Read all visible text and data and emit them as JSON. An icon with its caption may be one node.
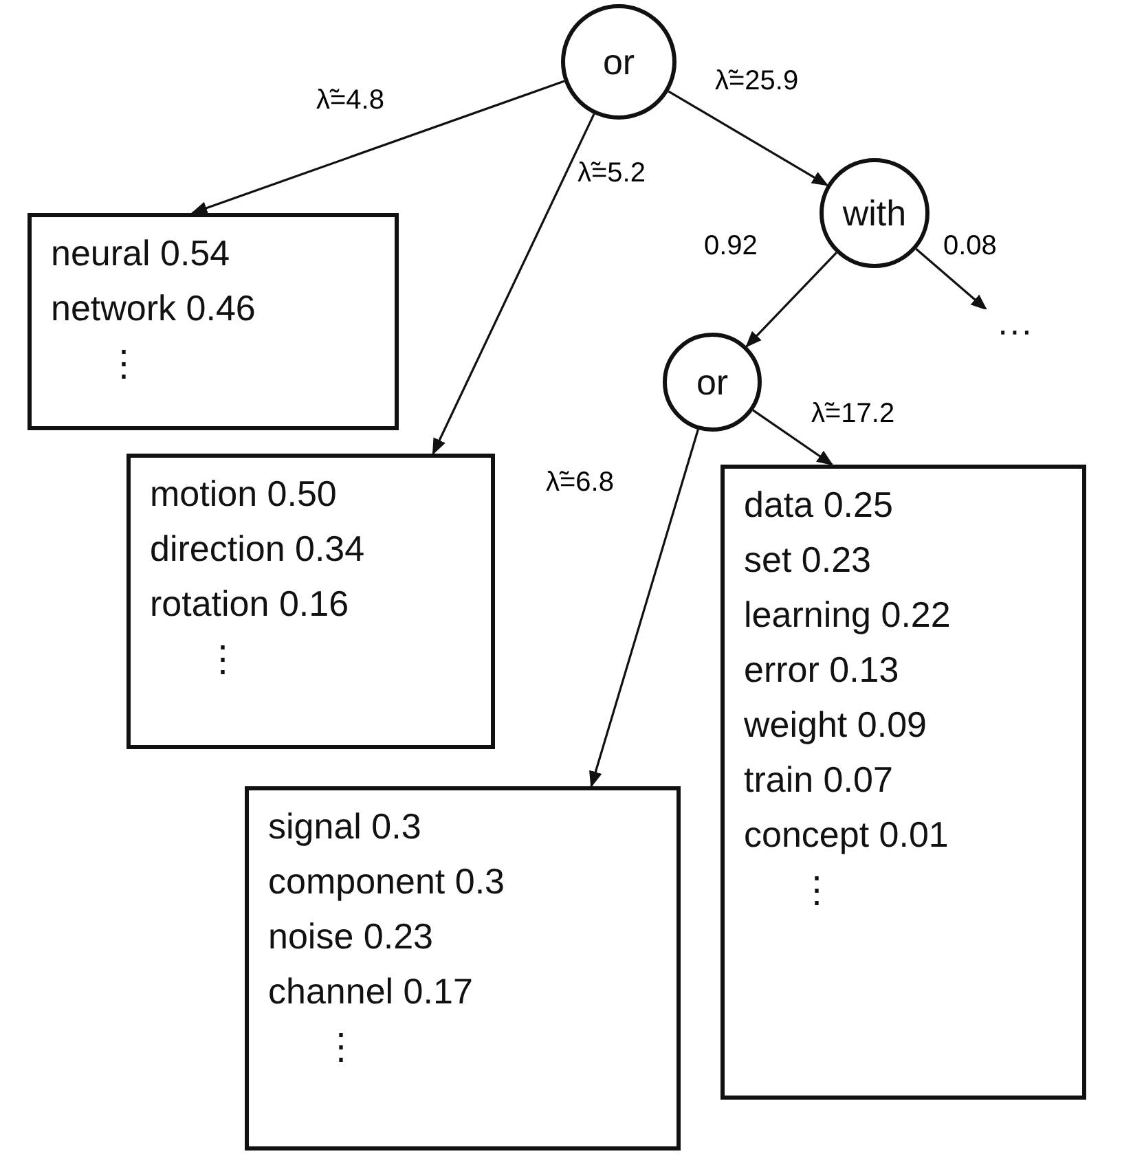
{
  "diagram": {
    "nodes": [
      {
        "text": [
          "or"
        ]
      },
      {
        "text": [
          "neural 0.54",
          "network 0.46",
          "⋮"
        ]
      },
      {
        "text": [
          "motion 0.50",
          "direction 0.34",
          "rotation 0.16",
          "⋮"
        ]
      },
      {
        "text": [
          "with"
        ]
      },
      {
        "text": [
          "···"
        ]
      },
      {
        "text": [
          "or"
        ]
      },
      {
        "text": [
          "signal 0.3",
          "component 0.3",
          "noise 0.23",
          "channel 0.17",
          "⋮"
        ]
      },
      {
        "text": [
          "data 0.25",
          "set 0.23",
          "learning 0.22",
          "error 0.13",
          "weight 0.09",
          "train 0.07",
          "concept 0.01",
          "⋮"
        ]
      }
    ],
    "edges": [
      {
        "from": 0,
        "to": 1,
        "arrow": "to",
        "label": "λ̃=4.8"
      },
      {
        "from": 0,
        "to": 2,
        "arrow": "to",
        "label": "λ̃=5.2"
      },
      {
        "from": 0,
        "to": 3,
        "arrow": "to",
        "label": "λ̃=25.9"
      },
      {
        "from": 3,
        "to": 5,
        "arrow": "to",
        "label": "0.92"
      },
      {
        "from": 3,
        "to": 4,
        "arrow": "to",
        "label": "0.08"
      },
      {
        "from": 5,
        "to": 6,
        "arrow": "to",
        "label": "λ̃=6.8"
      },
      {
        "from": 5,
        "to": 7,
        "arrow": "to",
        "label": "λ̃=17.2"
      }
    ]
  }
}
